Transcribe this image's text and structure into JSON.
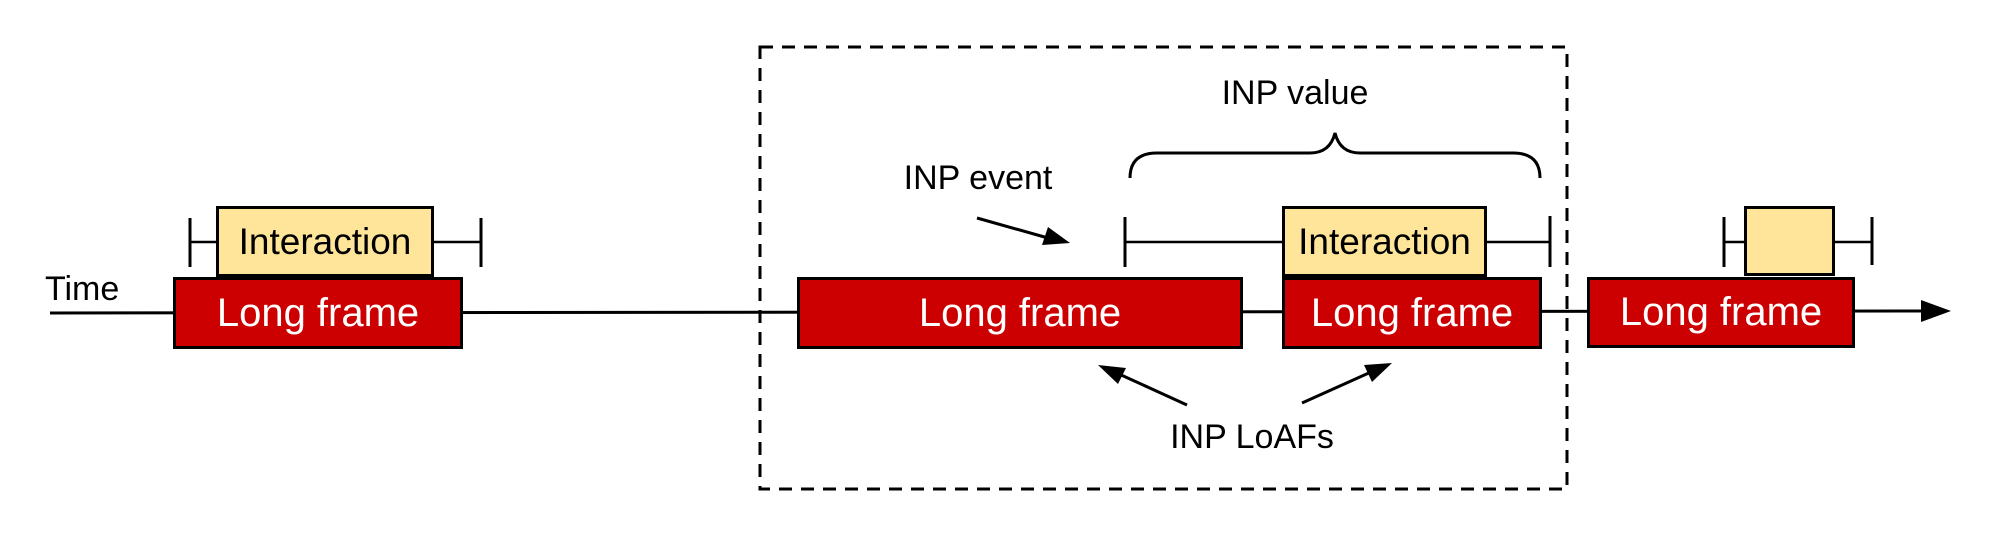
{
  "diagram": {
    "time_label": "Time",
    "inp_event_label": "INP event",
    "inp_value_label": "INP value",
    "inp_loafs_label": "INP LoAFs",
    "long_frames": [
      {
        "label": "Long frame"
      },
      {
        "label": "Long frame"
      },
      {
        "label": "Long frame"
      },
      {
        "label": "Long frame"
      }
    ],
    "interactions": [
      {
        "label": "Interaction"
      },
      {
        "label": "Interaction"
      },
      {
        "label": ""
      }
    ],
    "colors": {
      "long_frame_fill": "#cc0000",
      "long_frame_text": "#ffffff",
      "interaction_fill": "#ffe599",
      "stroke": "#000000",
      "background": "#ffffff"
    }
  }
}
